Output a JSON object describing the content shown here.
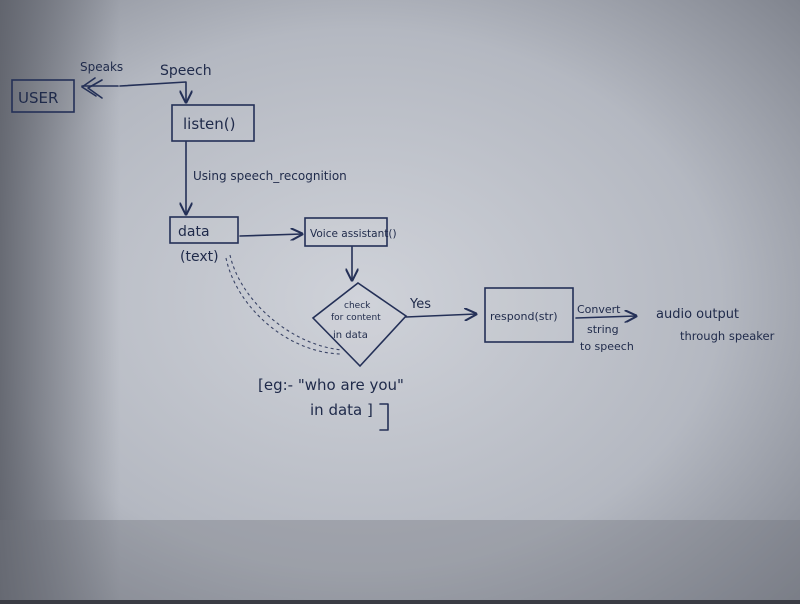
{
  "diagram": {
    "nodes": {
      "user": "USER",
      "listen": "listen()",
      "data": "data",
      "data_sub": "(text)",
      "voice_assistant": "Voice assistant()",
      "check_line1": "check",
      "check_line2": "for content",
      "check_line3": "in data",
      "respond": "respond(str)",
      "output_line1": "audio output",
      "output_line2": "through speaker"
    },
    "edges": {
      "speaks": "Speaks",
      "speech": "Speech",
      "using_sr": "Using speech_recognition",
      "yes": "Yes",
      "convert": "Convert",
      "string": "string",
      "to_speech": "to speech"
    },
    "note": {
      "line1": "[eg:- \"who are you\"",
      "line2": "in data ]"
    }
  },
  "colors": {
    "ink": "#243057",
    "paper_light": "#c9ccd3",
    "paper_dark": "#9da1ab"
  }
}
